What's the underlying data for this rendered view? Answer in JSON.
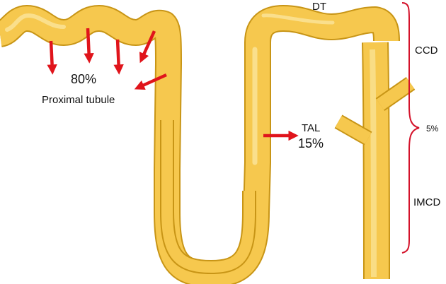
{
  "labels": {
    "dt": "DT",
    "ccd": "CCD",
    "five_pct": "5%",
    "imcd": "IMCD",
    "tal": "TAL",
    "fifteen_pct": "15%",
    "eighty_pct": "80%",
    "proximal": "Proximal tubule"
  },
  "colors": {
    "tubule_fill": "#F6C84E",
    "tubule_edge": "#C89516",
    "tubule_highlight": "#FBE59C",
    "arrow": "#E0141B",
    "bracket": "#D4122A"
  }
}
